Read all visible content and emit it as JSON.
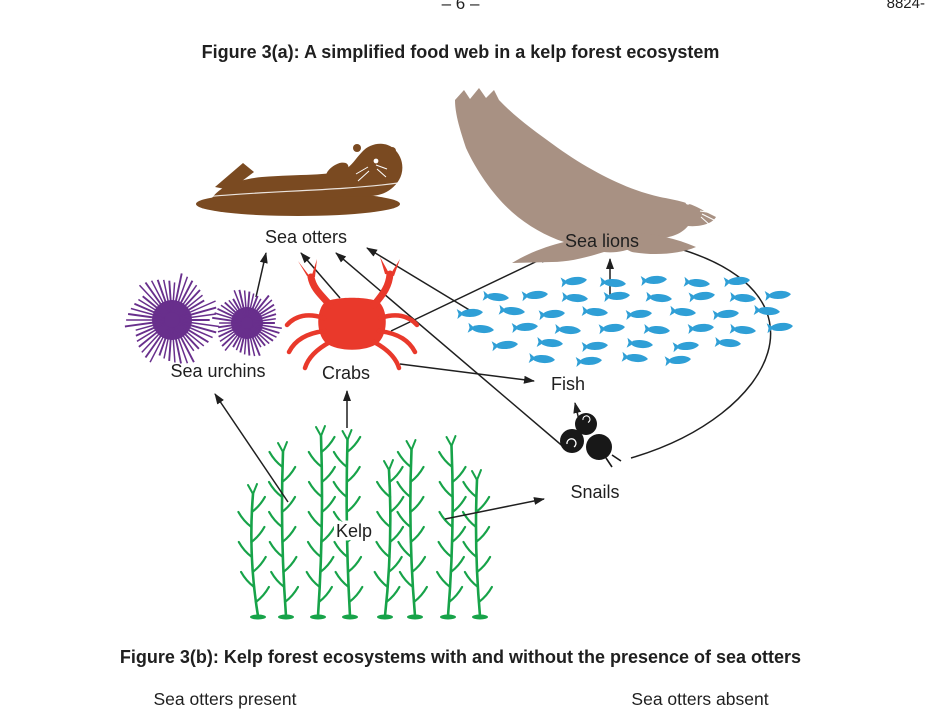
{
  "page": {
    "page_number": "– 6 –",
    "header_code": "8824-"
  },
  "figure_a": {
    "title": "Figure 3(a): A simplified food web in a kelp forest ecosystem",
    "nodes": {
      "sea_otters": "Sea otters",
      "sea_lions": "Sea lions",
      "sea_urchins": "Sea urchins",
      "crabs": "Crabs",
      "fish": "Fish",
      "snails": "Snails",
      "kelp": "Kelp"
    },
    "links": [
      {
        "from": "Kelp",
        "to": "Sea urchins"
      },
      {
        "from": "Kelp",
        "to": "Crabs"
      },
      {
        "from": "Kelp",
        "to": "Snails"
      },
      {
        "from": "Sea urchins",
        "to": "Sea otters"
      },
      {
        "from": "Crabs",
        "to": "Sea otters"
      },
      {
        "from": "Crabs",
        "to": "Sea lions"
      },
      {
        "from": "Crabs",
        "to": "Fish"
      },
      {
        "from": "Snails",
        "to": "Sea otters"
      },
      {
        "from": "Snails",
        "to": "Fish"
      },
      {
        "from": "Snails",
        "to": "Sea lions"
      },
      {
        "from": "Fish",
        "to": "Sea otters"
      },
      {
        "from": "Fish",
        "to": "Sea lions"
      }
    ]
  },
  "figure_b": {
    "title": "Figure 3(b): Kelp forest ecosystems with and without the presence of sea otters",
    "left_label": "Sea otters present",
    "right_label": "Sea otters absent"
  },
  "colors": {
    "ink": "#1f1f1f",
    "otter_brown": "#7a4a21",
    "sea_lion_taupe": "#a89183",
    "urchin_purple": "#682f8c",
    "crab_red": "#e9392b",
    "fish_blue": "#2f9fd6",
    "snail_black": "#181818",
    "kelp_green": "#17a349"
  }
}
